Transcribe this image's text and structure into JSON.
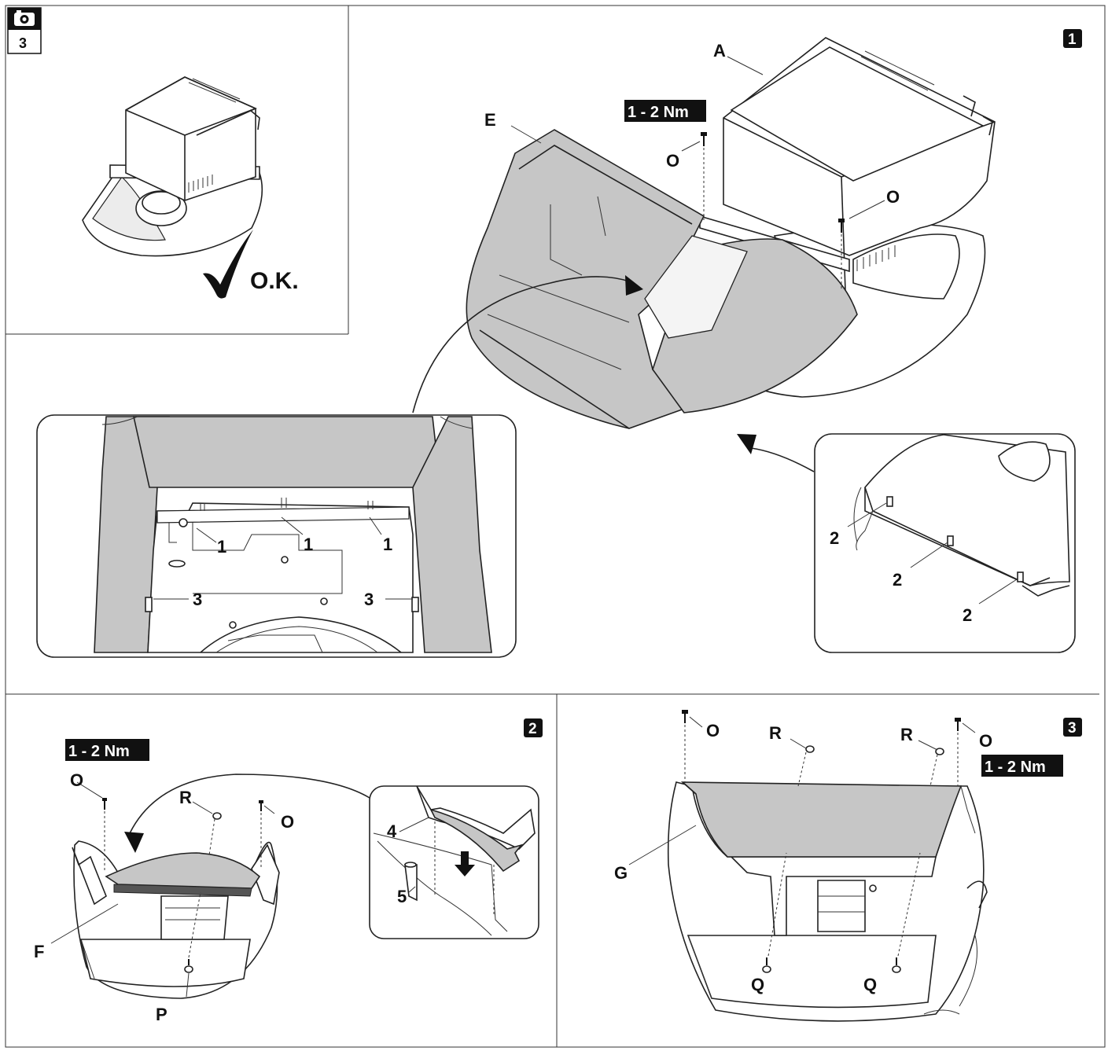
{
  "header": {
    "camera_icon": "camera-icon",
    "camera_number": "3"
  },
  "steps": {
    "step1": "1",
    "step2": "2",
    "step3": "3"
  },
  "ok_panel": {
    "label": "O.K.",
    "check_icon": "checkmark-icon"
  },
  "step1": {
    "torque": "1 - 2 Nm",
    "label_A": "A",
    "label_E": "E",
    "label_O_left": "O",
    "label_O_right": "O",
    "inset_left": {
      "label_1a": "1",
      "label_1b": "1",
      "label_1c": "1",
      "label_3a": "3",
      "label_3b": "3"
    },
    "inset_right": {
      "label_2a": "2",
      "label_2b": "2",
      "label_2c": "2"
    }
  },
  "step2": {
    "torque": "1 - 2 Nm",
    "label_O_left": "O",
    "label_O_right": "O",
    "label_R": "R",
    "label_F": "F",
    "label_P": "P",
    "inset": {
      "label_4": "4",
      "label_5": "5"
    }
  },
  "step3": {
    "torque": "1 - 2 Nm",
    "label_O_left": "O",
    "label_O_right": "O",
    "label_R_left": "R",
    "label_R_right": "R",
    "label_G": "G",
    "label_Q_left": "Q",
    "label_Q_right": "Q"
  },
  "colors": {
    "panel_grey": "#c6c6c6",
    "ink": "#111111",
    "badge_bg": "#111111"
  }
}
